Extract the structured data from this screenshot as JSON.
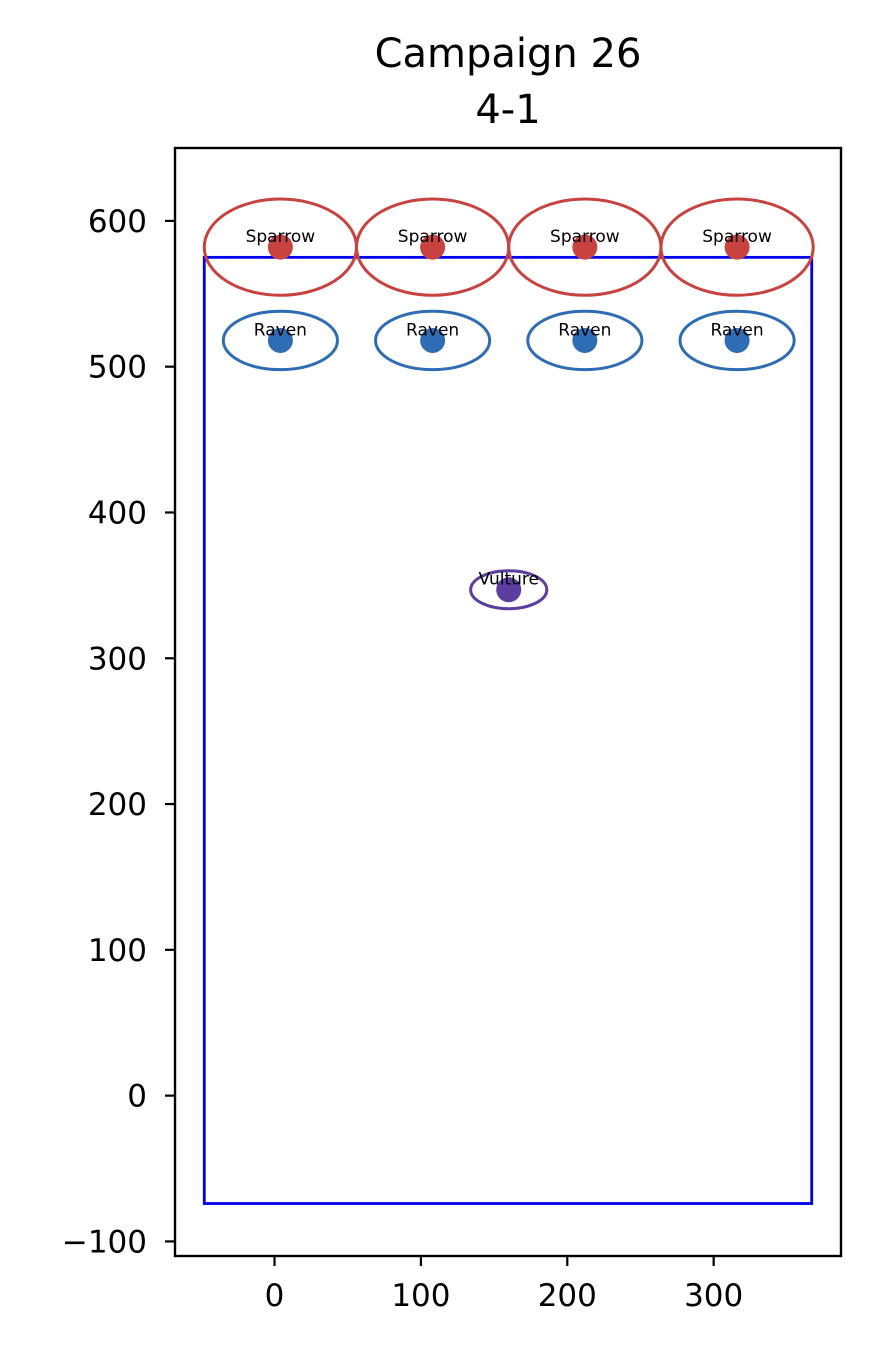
{
  "chart_data": {
    "type": "scatter",
    "title": "Campaign 26",
    "subtitle": "4-1",
    "xlabel": "",
    "ylabel": "",
    "xlim": [
      -68,
      387
    ],
    "ylim": [
      -110,
      650
    ],
    "xticks": [
      0,
      100,
      200,
      300
    ],
    "yticks": [
      -100,
      0,
      100,
      200,
      300,
      400,
      500,
      600
    ],
    "ytick_labels": [
      "−100",
      "0",
      "100",
      "200",
      "300",
      "400",
      "500",
      "600"
    ],
    "grid": false,
    "boundary": {
      "x0": -48,
      "y0": -74,
      "x1": 367,
      "y1": 575,
      "color": "#0000ee"
    },
    "colors": {
      "Sparrow": "#c8423f",
      "Raven": "#2e6db4",
      "Vulture": "#5b3ea0"
    },
    "units": [
      {
        "label": "Sparrow",
        "x": 4,
        "y": 582,
        "rx": 52,
        "ry": 33
      },
      {
        "label": "Sparrow",
        "x": 108,
        "y": 582,
        "rx": 52,
        "ry": 33
      },
      {
        "label": "Sparrow",
        "x": 212,
        "y": 582,
        "rx": 52,
        "ry": 33
      },
      {
        "label": "Sparrow",
        "x": 316,
        "y": 582,
        "rx": 52,
        "ry": 33
      },
      {
        "label": "Raven",
        "x": 4,
        "y": 518,
        "rx": 39,
        "ry": 20
      },
      {
        "label": "Raven",
        "x": 108,
        "y": 518,
        "rx": 39,
        "ry": 20
      },
      {
        "label": "Raven",
        "x": 212,
        "y": 518,
        "rx": 39,
        "ry": 20
      },
      {
        "label": "Raven",
        "x": 316,
        "y": 518,
        "rx": 39,
        "ry": 20
      },
      {
        "label": "Vulture",
        "x": 160,
        "y": 347,
        "rx": 26,
        "ry": 13
      }
    ]
  }
}
